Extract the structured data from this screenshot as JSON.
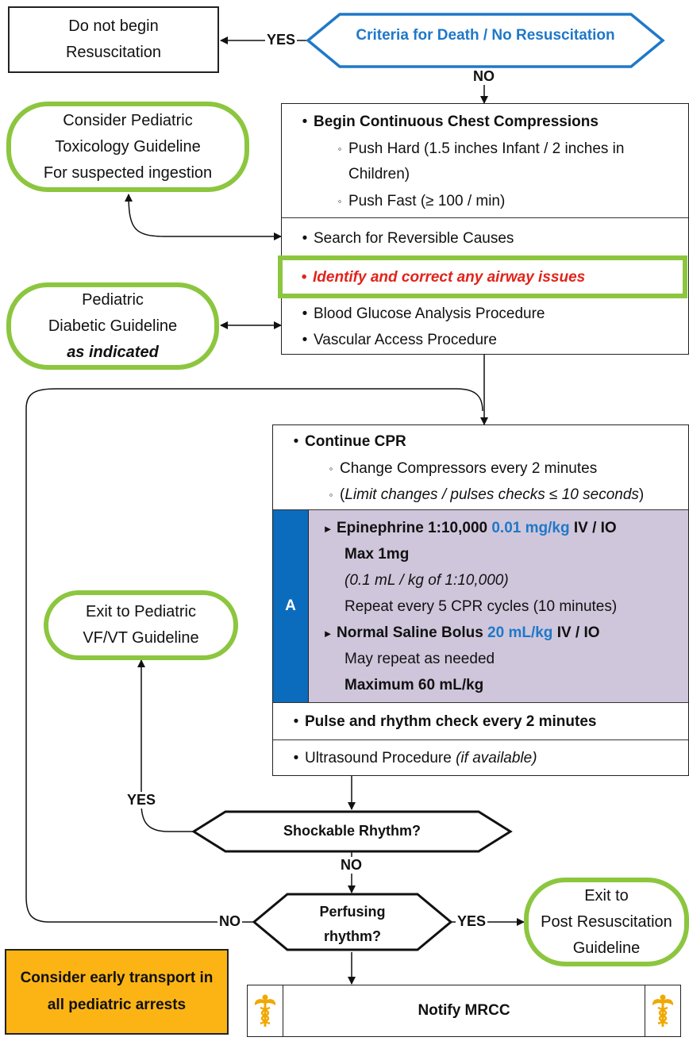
{
  "top": {
    "no_resus": [
      "Do not begin",
      "Resuscitation"
    ],
    "criteria": "Criteria for Death / No Resuscitation",
    "yes1": "YES",
    "no1": "NO"
  },
  "side": {
    "toxicology": [
      "Consider Pediatric",
      "Toxicology Guideline",
      "For suspected ingestion"
    ],
    "diabetic": [
      "Pediatric",
      "Diabetic Guideline",
      "as indicated"
    ],
    "vfvt": [
      "Exit to Pediatric",
      "VF/VT Guideline"
    ],
    "post_resus": [
      "Exit to",
      "Post Resuscitation",
      "Guideline"
    ]
  },
  "box1": {
    "compressions": "Begin Continuous Chest Compressions",
    "push_hard": "Push Hard (1.5 inches Infant / 2 inches in",
    "push_hard2": "Children)",
    "push_fast": "Push Fast (≥ 100 / min)",
    "reversible": "Search for Reversible Causes",
    "airway": "Identify and correct any airway issues",
    "glucose": "Blood Glucose Analysis Procedure",
    "vascular": "Vascular Access Procedure"
  },
  "box2": {
    "continue_cpr": "Continue CPR",
    "change_comp": "Change Compressors every 2 minutes",
    "limit_open": "(",
    "limit_text": "Limit changes / pulses checks ≤  10 seconds",
    "limit_close": ")",
    "a_label": "A",
    "epi_bold": "Epinephrine 1:10,000 ",
    "epi_dose": "0.01 mg/kg",
    "epi_route": " IV / IO",
    "epi_max": "Max 1mg",
    "epi_conc": "(0.1 mL / kg of 1:10,000)",
    "epi_repeat": "Repeat every 5 CPR cycles (10 minutes)",
    "ns_bold": "Normal Saline Bolus ",
    "ns_dose": "20 mL/kg",
    "ns_route": " IV / IO",
    "ns_repeat": "May repeat as needed",
    "ns_max": "Maximum 60 mL/kg",
    "pulse_check": "Pulse and rhythm check every 2 minutes",
    "ultrasound": "Ultrasound Procedure ",
    "ultrasound_note": "(if available)"
  },
  "decisions": {
    "shockable": "Shockable Rhythm?",
    "yes2": "YES",
    "no2": "NO",
    "perfusing": [
      "Perfusing",
      "rhythm?"
    ],
    "yes3": "YES",
    "no3": "NO"
  },
  "bottom": {
    "transport": [
      "Consider early transport in",
      "all pediatric arrests"
    ],
    "notify": "Notify MRCC"
  },
  "colors": {
    "green_border": "#8cc63f",
    "blue_text": "#1f78c8",
    "purple_fill": "#cfc6db",
    "a_fill": "#0b6cbd",
    "orange_fill": "#fcb415",
    "red_text": "#e2231a"
  }
}
